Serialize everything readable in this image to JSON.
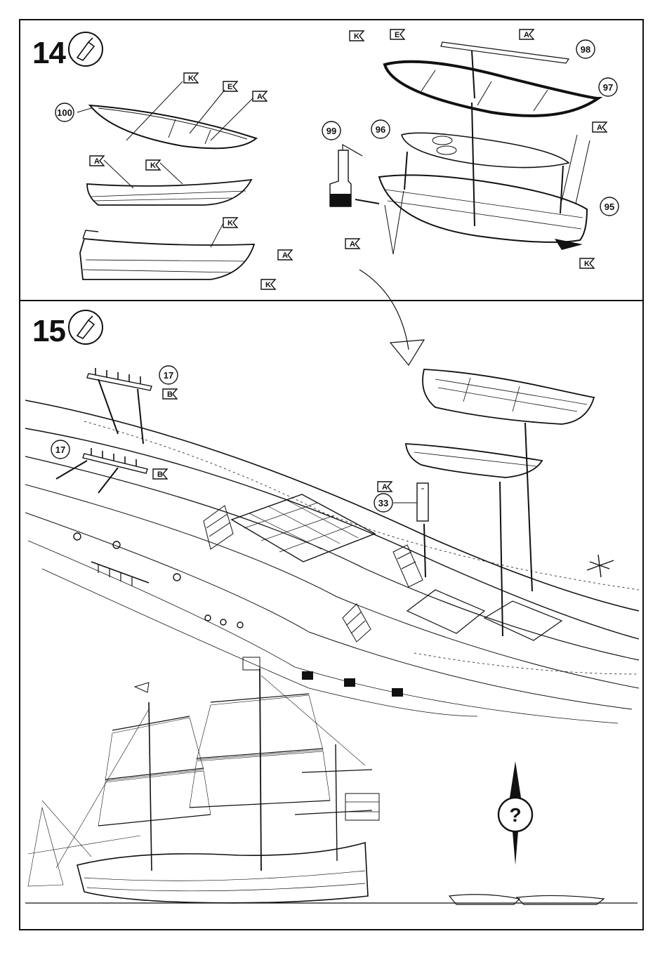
{
  "steps": [
    {
      "number": "14"
    },
    {
      "number": "15"
    }
  ],
  "step14": {
    "left_labels": {
      "part_100": "100",
      "flag_k_top": "K",
      "flag_e": "E",
      "flag_a_top": "A",
      "flag_a_left": "A",
      "flag_k_mid": "K",
      "flag_k_lower": "K",
      "flag_a_bottom": "A",
      "flag_k_bottom": "K"
    },
    "right_labels": {
      "flag_k": "K",
      "flag_e": "E",
      "flag_a_top": "A",
      "part_98": "98",
      "part_97": "97",
      "part_99": "99",
      "part_96": "96",
      "flag_a_right": "A",
      "part_95": "95",
      "flag_a_left": "A",
      "flag_k_bottom": "K"
    }
  },
  "step15": {
    "labels": {
      "part_17_top": "17",
      "flag_b_top": "B",
      "part_17_left": "17",
      "flag_b_mid": "B",
      "flag_a": "A",
      "part_33": "33"
    },
    "help_symbol": "?"
  },
  "colors": {
    "ink": "#111111",
    "paper": "#ffffff"
  }
}
